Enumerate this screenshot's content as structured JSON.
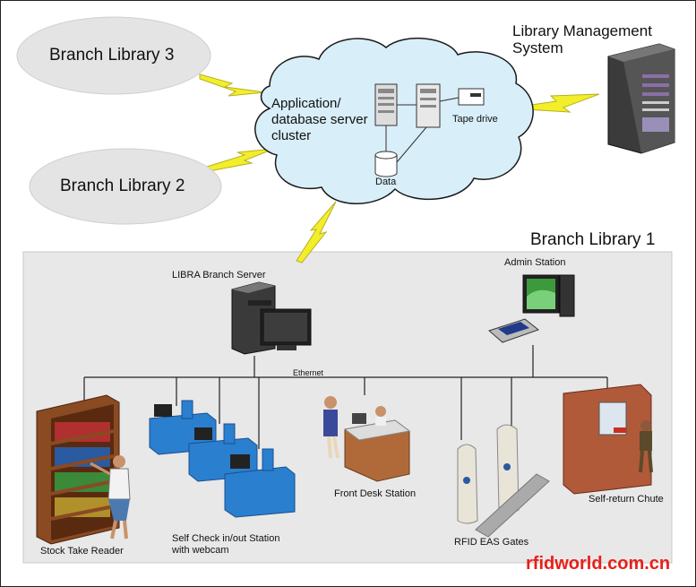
{
  "nodes": {
    "branch3": "Branch Library 3",
    "branch2": "Branch Library 2",
    "lms": "Library Management System",
    "cluster": "Application/ database server cluster",
    "tape": "Tape drive",
    "data": "Data",
    "branch1": "Branch Library 1",
    "libra_server": "LIBRA Branch Server",
    "admin": "Admin Station",
    "ethernet": "Ethernet",
    "stock": "Stock Take Reader",
    "selfcheck": "Self Check in/out Station with webcam",
    "frontdesk": "Front Desk Station",
    "rfid": "RFID EAS Gates",
    "chute": "Self-return Chute"
  },
  "watermark": "rfidworld.com.cn",
  "colors": {
    "cloud": "#d8eef8",
    "ellipse": "#e4e4e4",
    "panel": "#e8e8e8",
    "bolt": "#f2ee2a",
    "watermark": "#e8201a",
    "kiosk": "#2a7fcf"
  }
}
